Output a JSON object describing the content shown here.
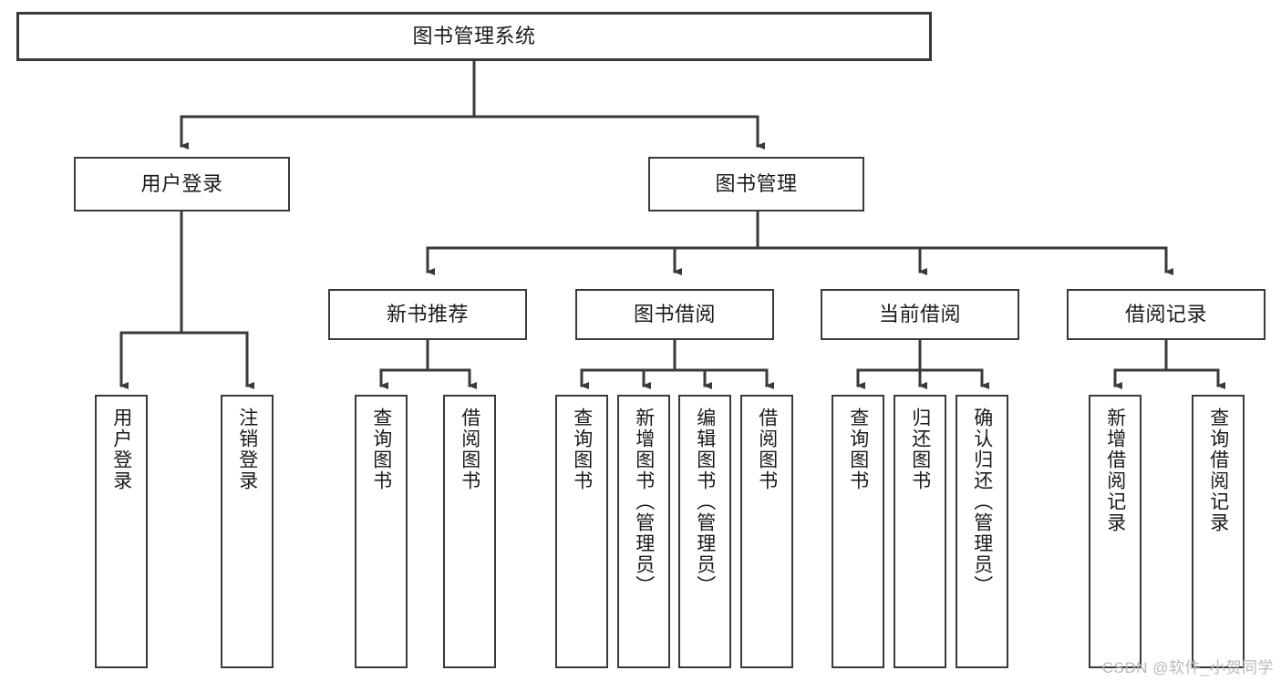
{
  "diagram": {
    "title": "图书管理系统",
    "type": "tree-hierarchy",
    "stroke_color": "#3a3a3a",
    "background_color": "#ffffff",
    "text_color": "#1a1a1a",
    "levels": {
      "level1": [
        "图书管理系统"
      ],
      "level2": [
        "用户登录",
        "图书管理"
      ],
      "level3": [
        "新书推荐",
        "图书借阅",
        "当前借阅",
        "借阅记录"
      ],
      "level4": [
        "用户登录",
        "注销登录",
        "查询图书",
        "借阅图书",
        "查询图书",
        "新增图书（管理员）",
        "编辑图书（管理员）",
        "借阅图书",
        "查询图书",
        "归还图书",
        "确认归还（管理员）",
        "新增借阅记录",
        "查询借阅记录"
      ]
    },
    "nodes": {
      "root": {
        "label": "图书管理系统"
      },
      "user_login": {
        "label": "用户登录"
      },
      "book_manage": {
        "label": "图书管理"
      },
      "new_book_rec": {
        "label": "新书推荐"
      },
      "book_borrow": {
        "label": "图书借阅"
      },
      "current_borrow": {
        "label": "当前借阅"
      },
      "borrow_record": {
        "label": "借阅记录"
      },
      "leaf_user_login": {
        "label": "用户登录"
      },
      "leaf_logout": {
        "label": "注销登录"
      },
      "leaf_query_book_1": {
        "label": "查询图书"
      },
      "leaf_borrow_book_1": {
        "label": "借阅图书"
      },
      "leaf_query_book_2": {
        "label": "查询图书"
      },
      "leaf_add_book": {
        "label": "新增图书（管理员）"
      },
      "leaf_edit_book": {
        "label": "编辑图书（管理员）"
      },
      "leaf_borrow_book_2": {
        "label": "借阅图书"
      },
      "leaf_query_book_3": {
        "label": "查询图书"
      },
      "leaf_return_book": {
        "label": "归还图书"
      },
      "leaf_confirm_return": {
        "label": "确认归还（管理员）"
      },
      "leaf_add_record": {
        "label": "新增借阅记录"
      },
      "leaf_query_record": {
        "label": "查询借阅记录"
      }
    },
    "edges": [
      {
        "from": "root",
        "to": "user_login"
      },
      {
        "from": "root",
        "to": "book_manage"
      },
      {
        "from": "user_login",
        "to": "leaf_user_login"
      },
      {
        "from": "user_login",
        "to": "leaf_logout"
      },
      {
        "from": "book_manage",
        "to": "new_book_rec"
      },
      {
        "from": "book_manage",
        "to": "book_borrow"
      },
      {
        "from": "book_manage",
        "to": "current_borrow"
      },
      {
        "from": "book_manage",
        "to": "borrow_record"
      },
      {
        "from": "new_book_rec",
        "to": "leaf_query_book_1"
      },
      {
        "from": "new_book_rec",
        "to": "leaf_borrow_book_1"
      },
      {
        "from": "book_borrow",
        "to": "leaf_query_book_2"
      },
      {
        "from": "book_borrow",
        "to": "leaf_add_book"
      },
      {
        "from": "book_borrow",
        "to": "leaf_edit_book"
      },
      {
        "from": "book_borrow",
        "to": "leaf_borrow_book_2"
      },
      {
        "from": "current_borrow",
        "to": "leaf_query_book_3"
      },
      {
        "from": "current_borrow",
        "to": "leaf_return_book"
      },
      {
        "from": "current_borrow",
        "to": "leaf_confirm_return"
      },
      {
        "from": "borrow_record",
        "to": "leaf_add_record"
      },
      {
        "from": "borrow_record",
        "to": "leaf_query_record"
      }
    ]
  },
  "watermark": {
    "text": "CSDN @软件_小贺同学"
  }
}
